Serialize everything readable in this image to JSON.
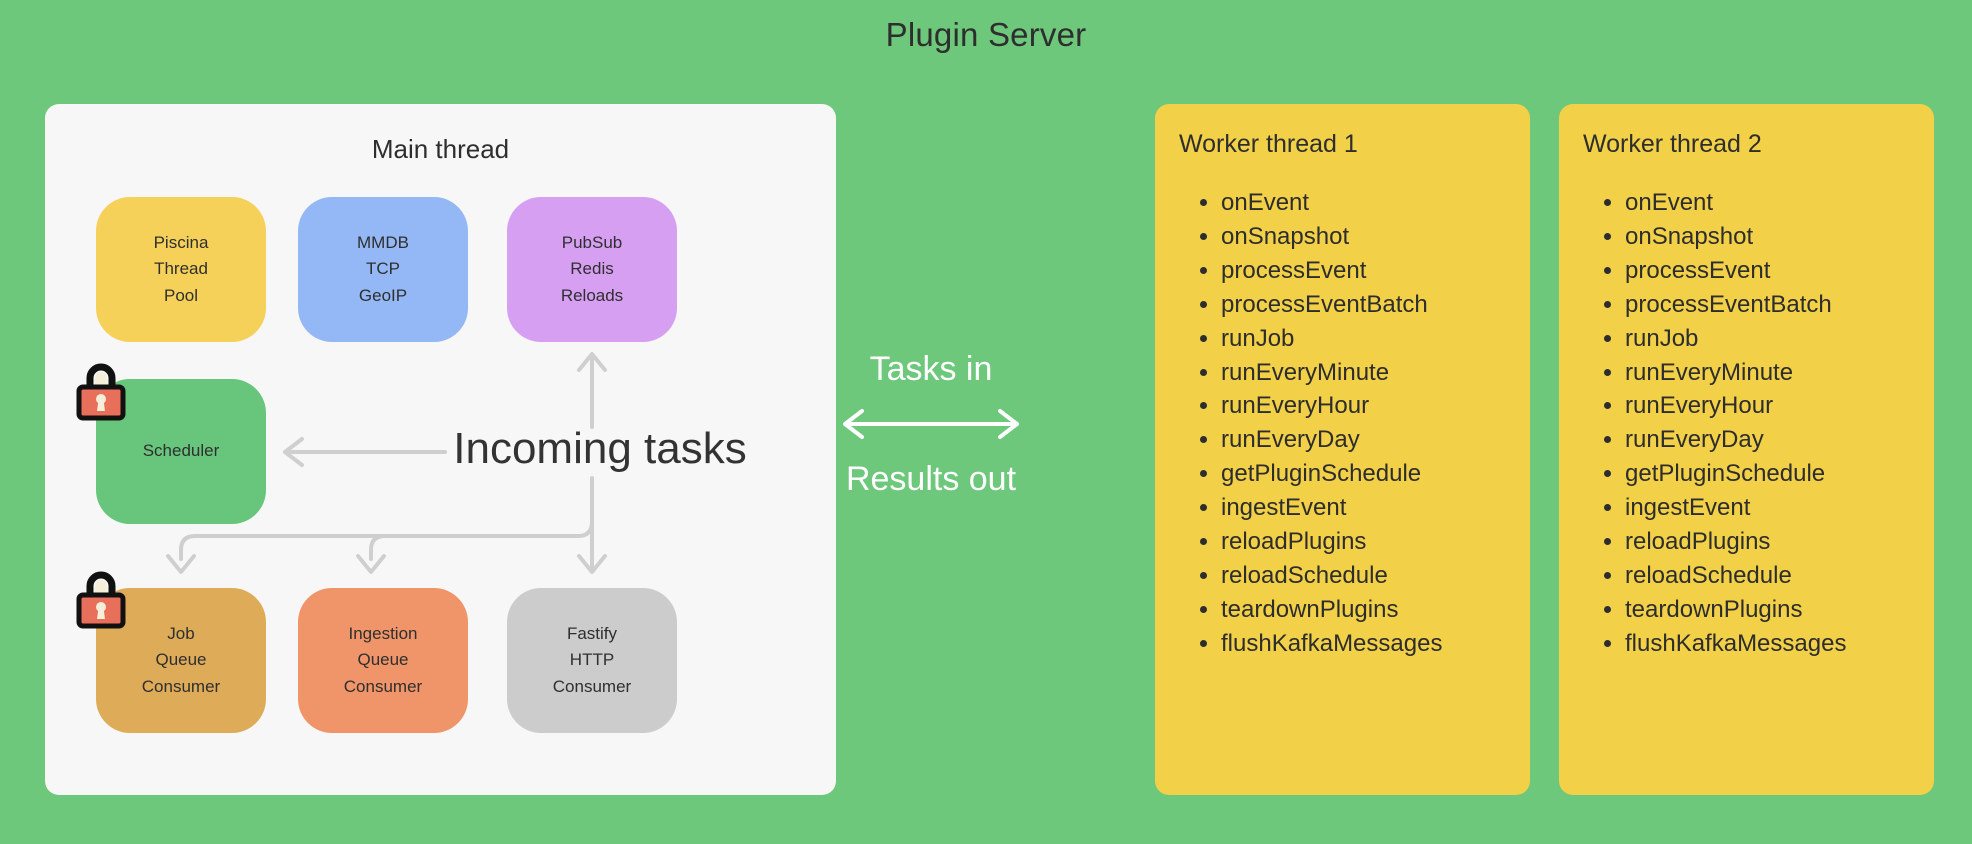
{
  "title": "Plugin Server",
  "colors": {
    "background_green": "#6dc87c",
    "main_card": "#f7f7f7",
    "worker_card": "#f2d047",
    "piscina": "#f5d15a",
    "mmdb": "#93b8f5",
    "pubsub": "#d69ff2",
    "scheduler": "#67c57c",
    "job_queue": "#deac58",
    "ingestion_queue": "#f09469",
    "fastify": "#cccccc",
    "arrow_gray": "#cfcfcf",
    "lock_body": "#e8705a",
    "lock_shackle": "#f5efd9",
    "text_dark": "#2e2e2e",
    "text_white": "#ffffff"
  },
  "main_thread": {
    "title": "Main thread",
    "center_label": "Incoming tasks",
    "nodes": [
      {
        "id": "piscina",
        "lines": [
          "Piscina",
          "Thread",
          "Pool"
        ],
        "locked": false
      },
      {
        "id": "mmdb",
        "lines": [
          "MMDB",
          "TCP",
          "GeoIP"
        ],
        "locked": false
      },
      {
        "id": "pubsub",
        "lines": [
          "PubSub",
          "Redis",
          "Reloads"
        ],
        "locked": false
      },
      {
        "id": "scheduler",
        "lines": [
          "Scheduler"
        ],
        "locked": true
      },
      {
        "id": "job-queue",
        "lines": [
          "Job",
          "Queue",
          "Consumer"
        ],
        "locked": true
      },
      {
        "id": "ingestion-queue",
        "lines": [
          "Ingestion",
          "Queue",
          "Consumer"
        ],
        "locked": false
      },
      {
        "id": "fastify",
        "lines": [
          "Fastify",
          "HTTP",
          "Consumer"
        ],
        "locked": false
      }
    ]
  },
  "bridge": {
    "tasks_in": "Tasks in",
    "results_out": "Results out",
    "arrow": "double-headed-arrow"
  },
  "workers": [
    {
      "title": "Worker thread 1",
      "methods": [
        "onEvent",
        "onSnapshot",
        "processEvent",
        "processEventBatch",
        "runJob",
        "runEveryMinute",
        "runEveryHour",
        "runEveryDay",
        "getPluginSchedule",
        "ingestEvent",
        "reloadPlugins",
        "reloadSchedule",
        "teardownPlugins",
        "flushKafkaMessages"
      ]
    },
    {
      "title": "Worker thread 2",
      "methods": [
        "onEvent",
        "onSnapshot",
        "processEvent",
        "processEventBatch",
        "runJob",
        "runEveryMinute",
        "runEveryHour",
        "runEveryDay",
        "getPluginSchedule",
        "ingestEvent",
        "reloadPlugins",
        "reloadSchedule",
        "teardownPlugins",
        "flushKafkaMessages"
      ]
    }
  ]
}
